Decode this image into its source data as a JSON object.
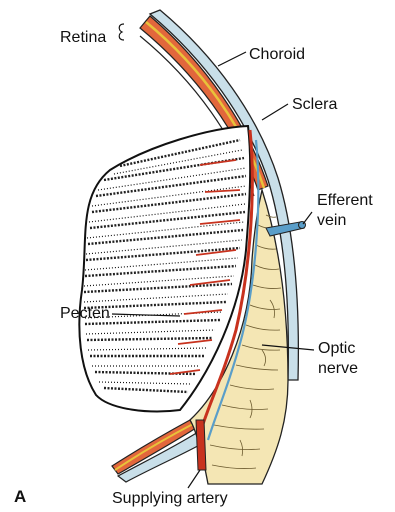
{
  "figure": {
    "panel_letter": "A",
    "labels": {
      "retina": "Retina",
      "choroid": "Choroid",
      "sclera": "Sclera",
      "efferent_vein_line1": "Efferent",
      "efferent_vein_line2": "vein",
      "pecten": "Pecten",
      "optic_nerve_line1": "Optic",
      "optic_nerve_line2": "nerve",
      "supplying_artery": "Supplying artery"
    }
  },
  "colors": {
    "sclera": "#c9dfe9",
    "choroid": "#e2673c",
    "retina_line": "#e8c23a",
    "optic_nerve": "#f4e6b4",
    "vessel_red": "#c8321e",
    "vein_blue": "#5a9ec9",
    "pecten_fill": "#ffffff",
    "ink": "#111111"
  }
}
